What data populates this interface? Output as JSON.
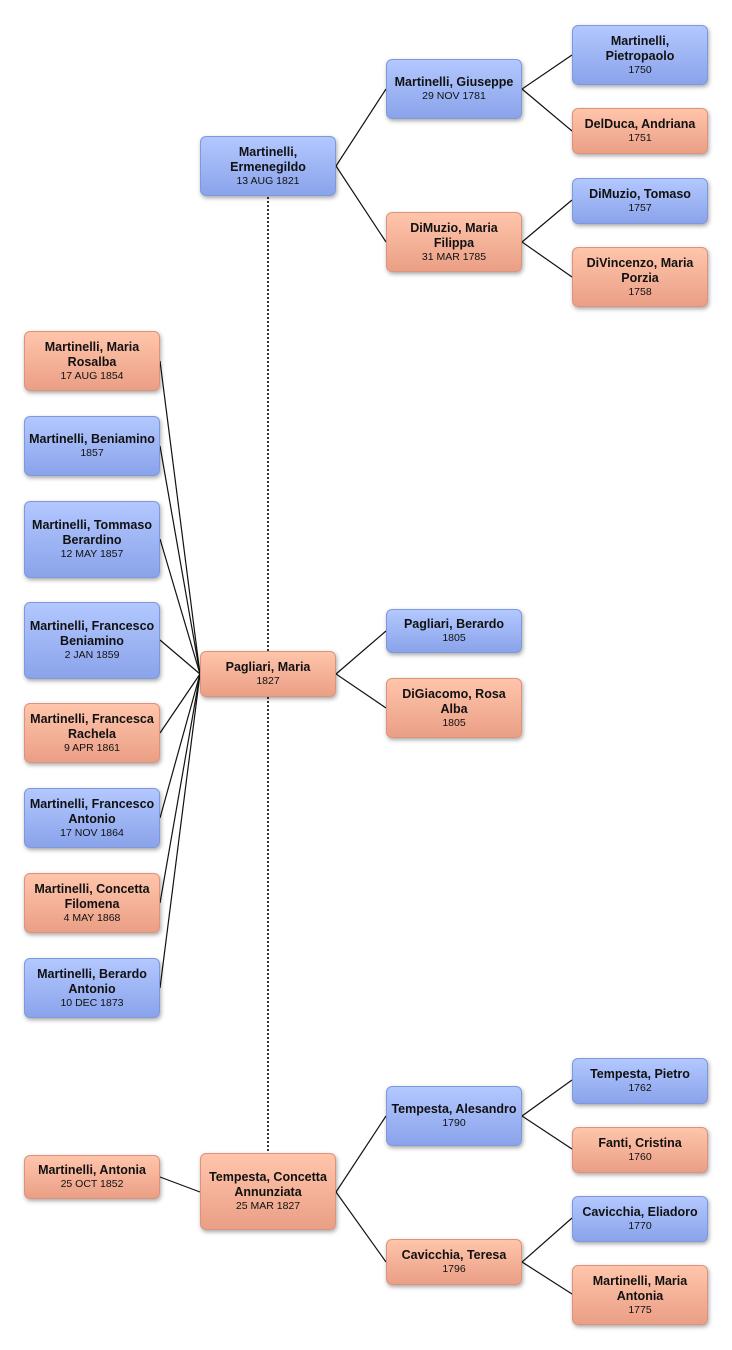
{
  "people": {
    "ermenegildo": {
      "name": "Martinelli, Ermenegildo",
      "date": "13 AUG 1821",
      "sex": "male"
    },
    "giuseppe": {
      "name": "Martinelli, Giuseppe",
      "date": "29 NOV 1781",
      "sex": "male"
    },
    "pietropaolo": {
      "name": "Martinelli, Pietropaolo",
      "date": "1750",
      "sex": "male"
    },
    "andriana": {
      "name": "DelDuca, Andriana",
      "date": "1751",
      "sex": "female"
    },
    "maria_filippa": {
      "name": "DiMuzio, Maria Filippa",
      "date": "31 MAR 1785",
      "sex": "female"
    },
    "tomaso": {
      "name": "DiMuzio, Tomaso",
      "date": "1757",
      "sex": "male"
    },
    "maria_porzia": {
      "name": "DiVincenzo, Maria Porzia",
      "date": "1758",
      "sex": "female"
    },
    "maria_pagliari": {
      "name": "Pagliari, Maria",
      "date": "1827",
      "sex": "female"
    },
    "berardo_pagliari": {
      "name": "Pagliari, Berardo",
      "date": "1805",
      "sex": "male"
    },
    "rosa_alba": {
      "name": "DiGiacomo, Rosa Alba",
      "date": "1805",
      "sex": "female"
    },
    "concetta_annunziata": {
      "name": "Tempesta, Concetta Annunziata",
      "date": "25 MAR 1827",
      "sex": "female"
    },
    "alesandro": {
      "name": "Tempesta, Alesandro",
      "date": "1790",
      "sex": "male"
    },
    "teresa": {
      "name": "Cavicchia, Teresa",
      "date": "1796",
      "sex": "female"
    },
    "pietro": {
      "name": "Tempesta, Pietro",
      "date": "1762",
      "sex": "male"
    },
    "cristina": {
      "name": "Fanti, Cristina",
      "date": "1760",
      "sex": "female"
    },
    "eliadoro": {
      "name": "Cavicchia, Eliadoro",
      "date": "1770",
      "sex": "male"
    },
    "maria_antonia": {
      "name": "Martinelli, Maria Antonia",
      "date": "1775",
      "sex": "female"
    },
    "maria_rosalba": {
      "name": "Martinelli, Maria Rosalba",
      "date": "17 AUG 1854",
      "sex": "female"
    },
    "beniamino": {
      "name": "Martinelli, Beniamino",
      "date": "1857",
      "sex": "male"
    },
    "tommaso_berardino": {
      "name": "Martinelli, Tommaso Berardino",
      "date": "12 MAY 1857",
      "sex": "male"
    },
    "francesco_beniamino": {
      "name": "Martinelli, Francesco Beniamino",
      "date": "2 JAN 1859",
      "sex": "male"
    },
    "francesca_rachela": {
      "name": "Martinelli, Francesca Rachela",
      "date": "9 APR 1861",
      "sex": "female"
    },
    "francesco_antonio": {
      "name": "Martinelli, Francesco Antonio",
      "date": "17 NOV 1864",
      "sex": "male"
    },
    "concetta_filomena": {
      "name": "Martinelli, Concetta Filomena",
      "date": "4 MAY 1868",
      "sex": "female"
    },
    "berardo_antonio": {
      "name": "Martinelli, Berardo Antonio",
      "date": "10 DEC 1873",
      "sex": "male"
    },
    "antonia": {
      "name": "Martinelli, Antonia",
      "date": "25 OCT 1852",
      "sex": "female"
    }
  },
  "colors": {
    "male": "#99b2f5",
    "female": "#f5b296",
    "line": "#111111"
  }
}
